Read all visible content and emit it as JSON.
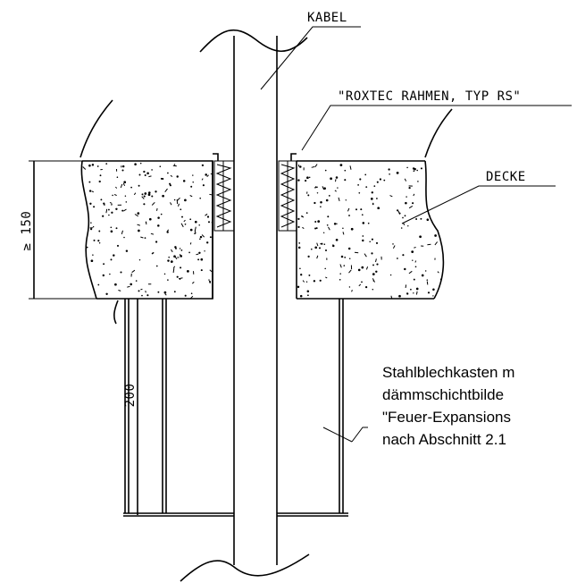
{
  "labels": {
    "cable": "KABEL",
    "frame": "\"ROXTEC RAHMEN, TYP RS\"",
    "ceiling": "DECKE"
  },
  "dimensions": {
    "slab_thickness": "≥ 150",
    "box_length": "200"
  },
  "note": {
    "line1": "Stahlblechkasten m",
    "line2": "dämmschichtbilde",
    "line3": "\"Feuer-Expansions",
    "line4": "nach Abschnitt 2.1"
  }
}
